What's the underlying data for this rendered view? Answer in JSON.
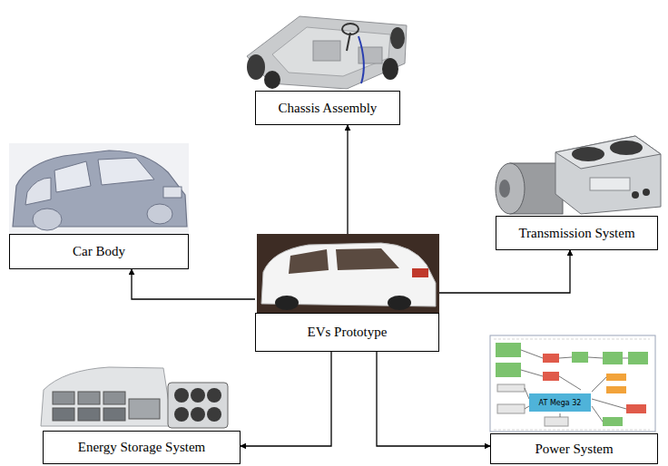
{
  "diagram": {
    "nodes": [
      {
        "text": [
          "Chassis Assembly"
        ]
      },
      {
        "text": [
          "Car Body"
        ]
      },
      {
        "text": [
          "Transmission System"
        ]
      },
      {
        "text": [
          "EVs Prototype"
        ]
      },
      {
        "text": [
          "Energy Storage System"
        ]
      },
      {
        "text": [
          "Power System"
        ]
      }
    ],
    "edges": [
      {
        "from": 3,
        "to": 0,
        "arrow": "to"
      },
      {
        "from": 3,
        "to": 1,
        "arrow": "to"
      },
      {
        "from": 3,
        "to": 2,
        "arrow": "to"
      },
      {
        "from": 3,
        "to": 4,
        "arrow": "to"
      },
      {
        "from": 3,
        "to": 5,
        "arrow": "to"
      }
    ],
    "labels": [
      "AT Mega 32"
    ]
  }
}
